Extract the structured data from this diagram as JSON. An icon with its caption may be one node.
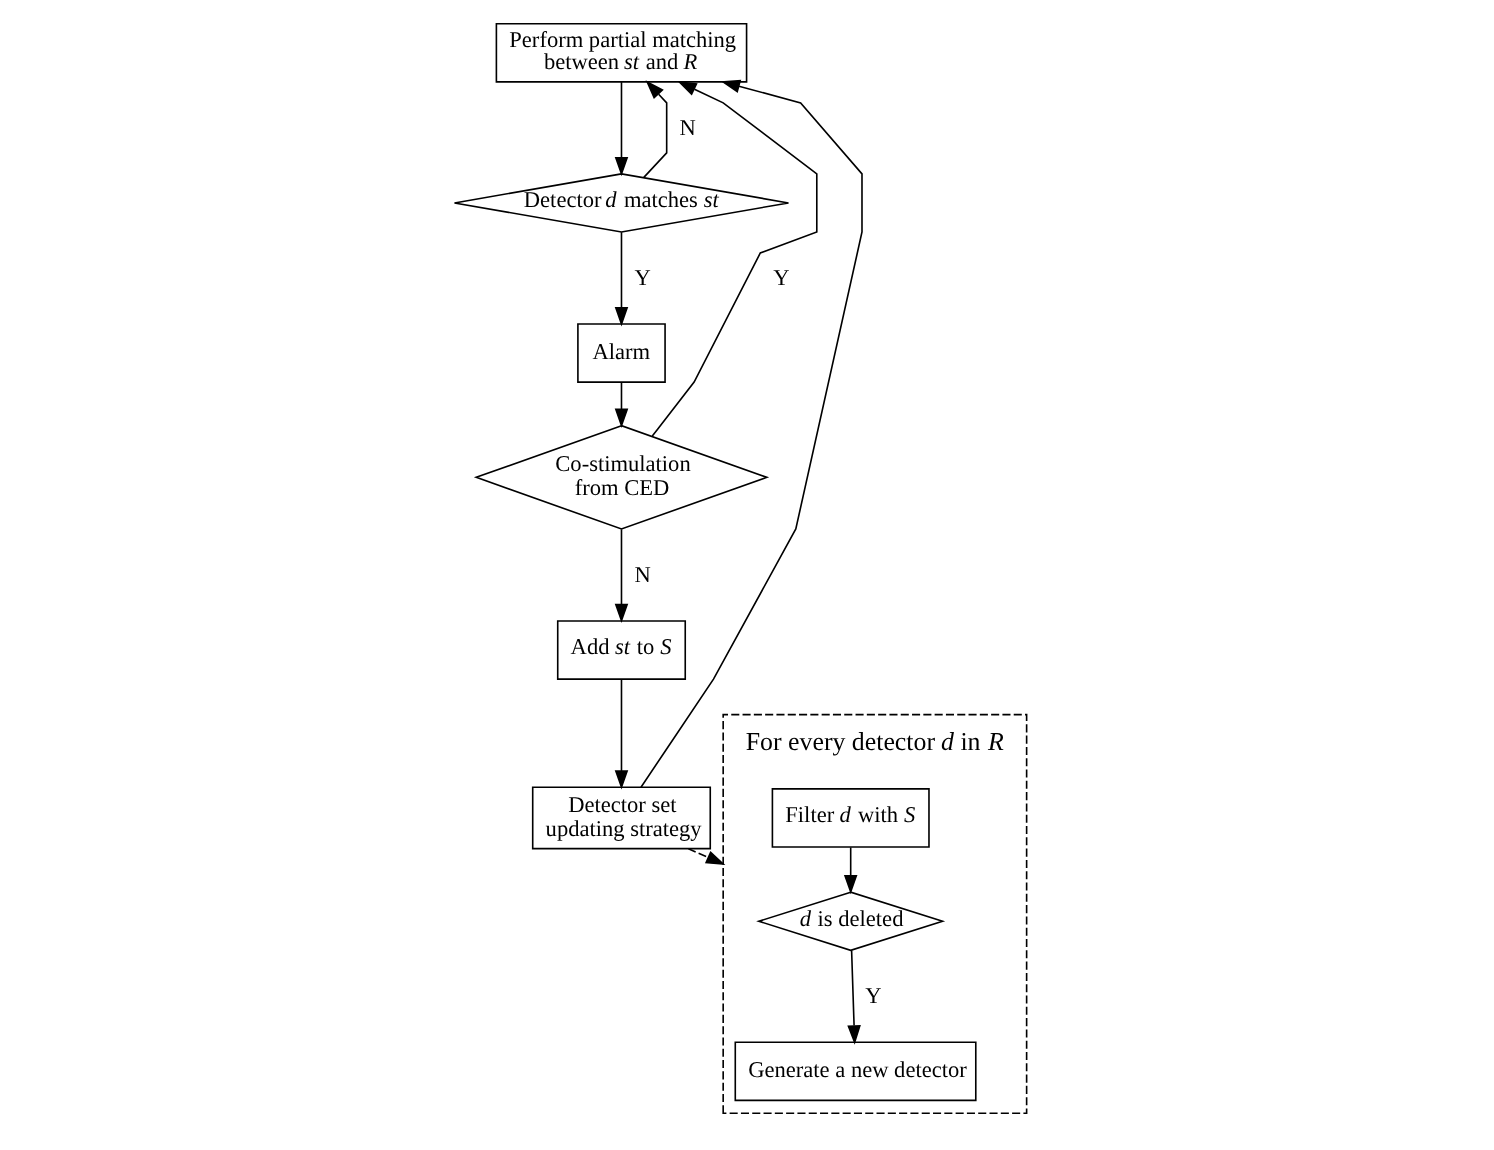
{
  "diagram": {
    "nodes": [
      {
        "text": [
          "Perform partial matching between *st* and *R*"
        ]
      },
      {
        "text": [
          "Detector *d* matches *st*"
        ]
      },
      {
        "text": [
          "Alarm"
        ]
      },
      {
        "text": [
          "Co-stimulation from CED"
        ]
      },
      {
        "text": [
          "Add *st* to *S*"
        ]
      },
      {
        "text": [
          "Detector set updating strategy"
        ]
      },
      {
        "text": [
          "For every detector *d* in *R*"
        ]
      },
      {
        "text": [
          "Filter *d* with *S*"
        ],
        "in": 6
      },
      {
        "text": [
          "*d* is deleted"
        ],
        "in": 6
      },
      {
        "text": [
          "Generate a new detector"
        ],
        "in": 6
      }
    ],
    "edges": [
      {
        "from": 0,
        "to": 1,
        "arrow": "to"
      },
      {
        "from": 1,
        "to": 2,
        "arrow": "to",
        "label": "Y"
      },
      {
        "from": 2,
        "to": 3,
        "arrow": "to"
      },
      {
        "from": 3,
        "to": 4,
        "arrow": "to",
        "label": "N"
      },
      {
        "from": 4,
        "to": 5,
        "arrow": "to"
      },
      {
        "from": 1,
        "to": 0,
        "arrow": "to",
        "label": "N"
      },
      {
        "from": 3,
        "to": 0,
        "arrow": "to",
        "label": "Y"
      },
      {
        "from": 5,
        "to": 0,
        "arrow": "to"
      },
      {
        "from": 5,
        "to": 6,
        "arrow": "to",
        "style": "dashed"
      },
      {
        "from": 7,
        "to": 8,
        "arrow": "to"
      },
      {
        "from": 8,
        "to": 9,
        "arrow": "to",
        "label": "Y"
      }
    ]
  }
}
